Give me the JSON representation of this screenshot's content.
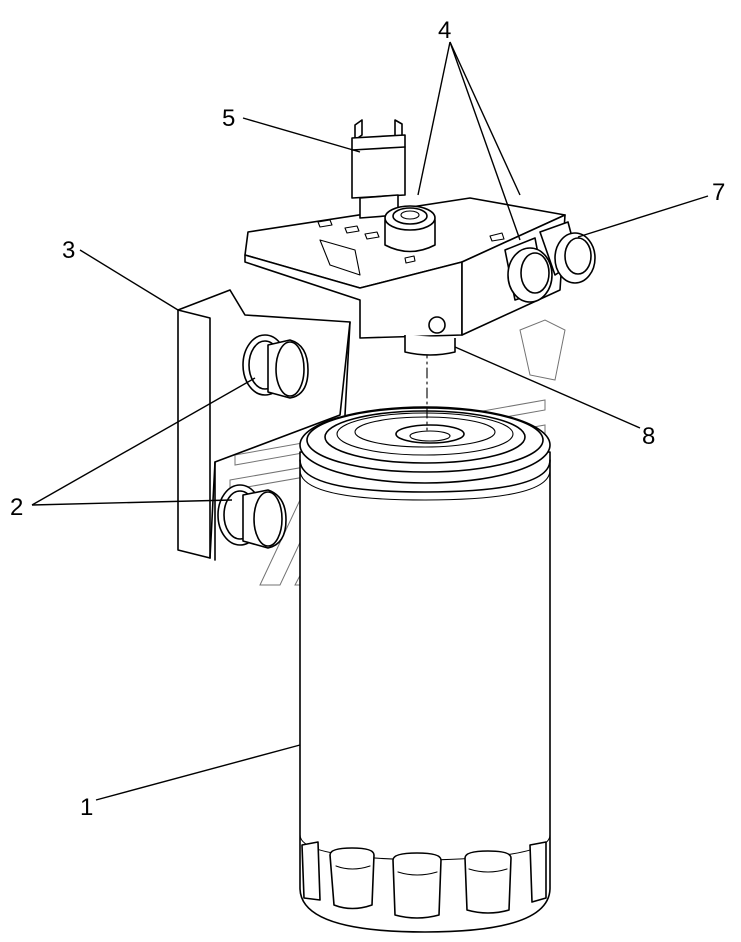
{
  "diagram": {
    "type": "exploded-parts-illustration",
    "callouts": [
      {
        "id": "c1",
        "label": "1"
      },
      {
        "id": "c2",
        "label": "2"
      },
      {
        "id": "c3",
        "label": "3"
      },
      {
        "id": "c4",
        "label": "4"
      },
      {
        "id": "c5",
        "label": "5"
      },
      {
        "id": "c7",
        "label": "7"
      },
      {
        "id": "c8",
        "label": "8"
      }
    ]
  }
}
